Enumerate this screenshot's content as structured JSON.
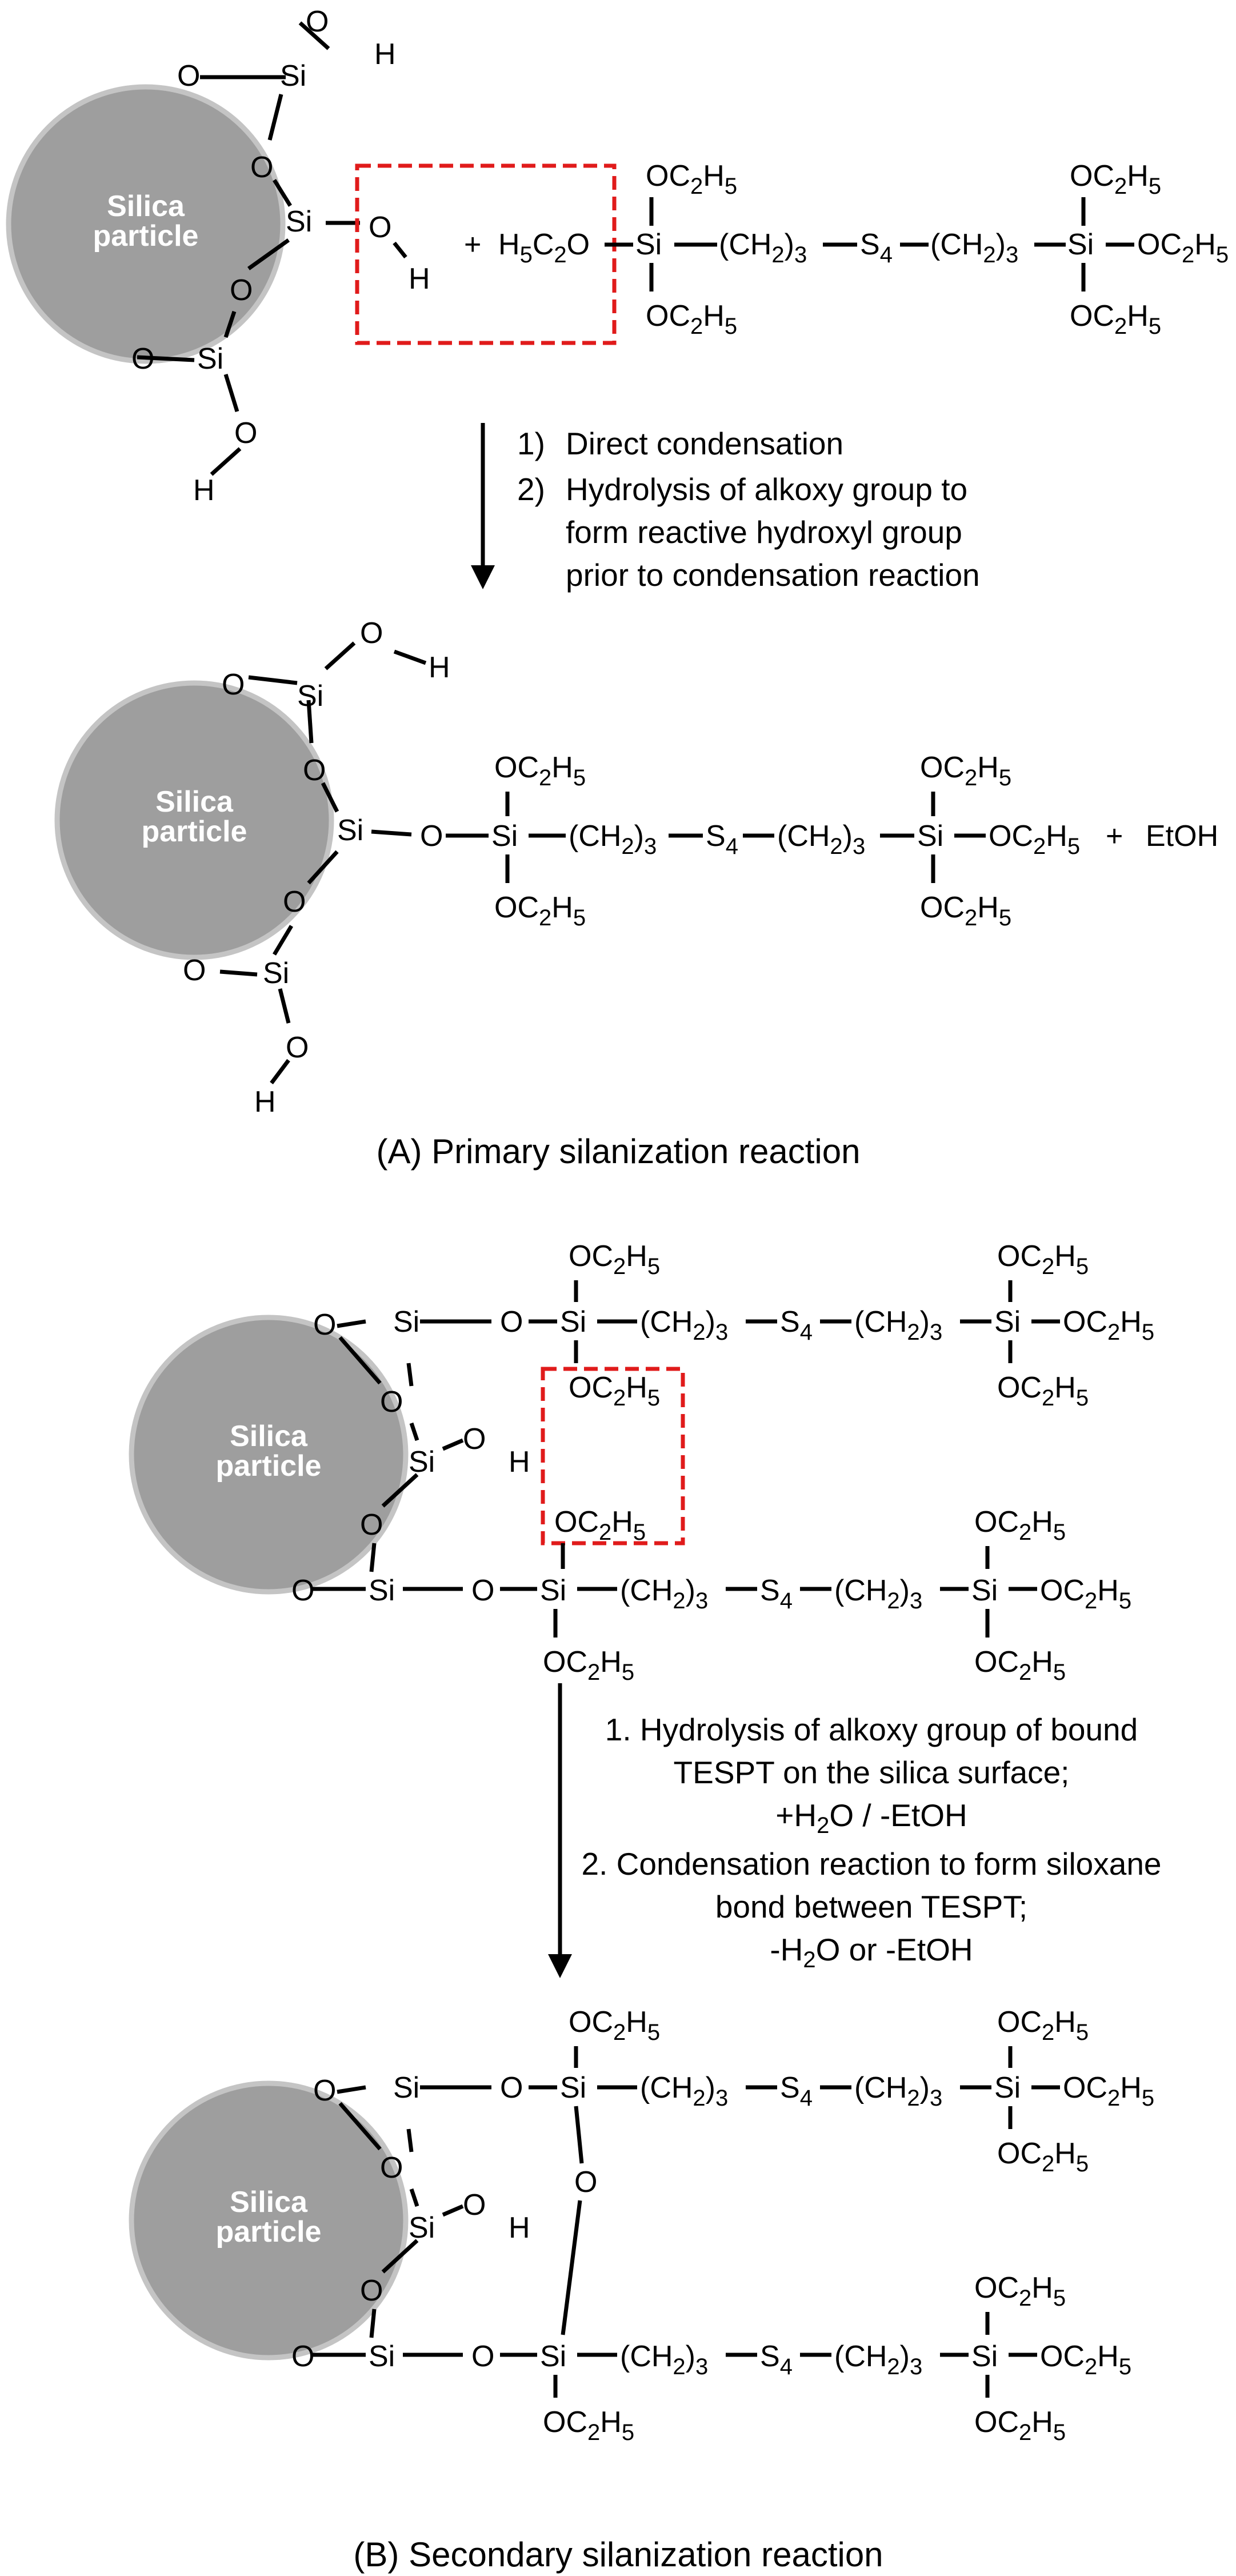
{
  "diagram": {
    "particle_label": [
      "Silica",
      "particle"
    ],
    "atoms": {
      "Si": "Si",
      "O": "O",
      "H": "H",
      "S": "S"
    },
    "groups": {
      "ethoxy": [
        "OC",
        "2",
        "H",
        "5"
      ],
      "ethoxy_left": [
        "H",
        "5",
        "C",
        "2",
        "O"
      ],
      "methylene": [
        "(CH",
        "2",
        ")",
        "3"
      ],
      "tetrasulfide": [
        "S",
        "4"
      ]
    },
    "plus": "+",
    "byproduct": "EtOH",
    "primary_steps": [
      {
        "number": "1)",
        "text": "Direct condensation"
      },
      {
        "number": "2)",
        "text": [
          "Hydrolysis  of alkoxy group to",
          "form reactive hydroxyl group",
          "prior to condensation reaction"
        ]
      }
    ],
    "secondary_steps": [
      "1. Hydrolysis of alkoxy group of bound",
      "TESPT on the silica surface;",
      [
        "+H",
        "2",
        "O / -EtOH"
      ],
      "2. Condensation reaction to form siloxane",
      "bond between TESPT;",
      [
        "-H",
        "2",
        "O or -EtOH"
      ]
    ],
    "captions": {
      "primary": "(A) Primary silanization reaction",
      "secondary": "(B) Secondary silanization reaction"
    },
    "colors": {
      "particle": "#9e9e9e",
      "particle_rim": "#c4c4c4",
      "highlight_box": "#e01b1b"
    }
  }
}
